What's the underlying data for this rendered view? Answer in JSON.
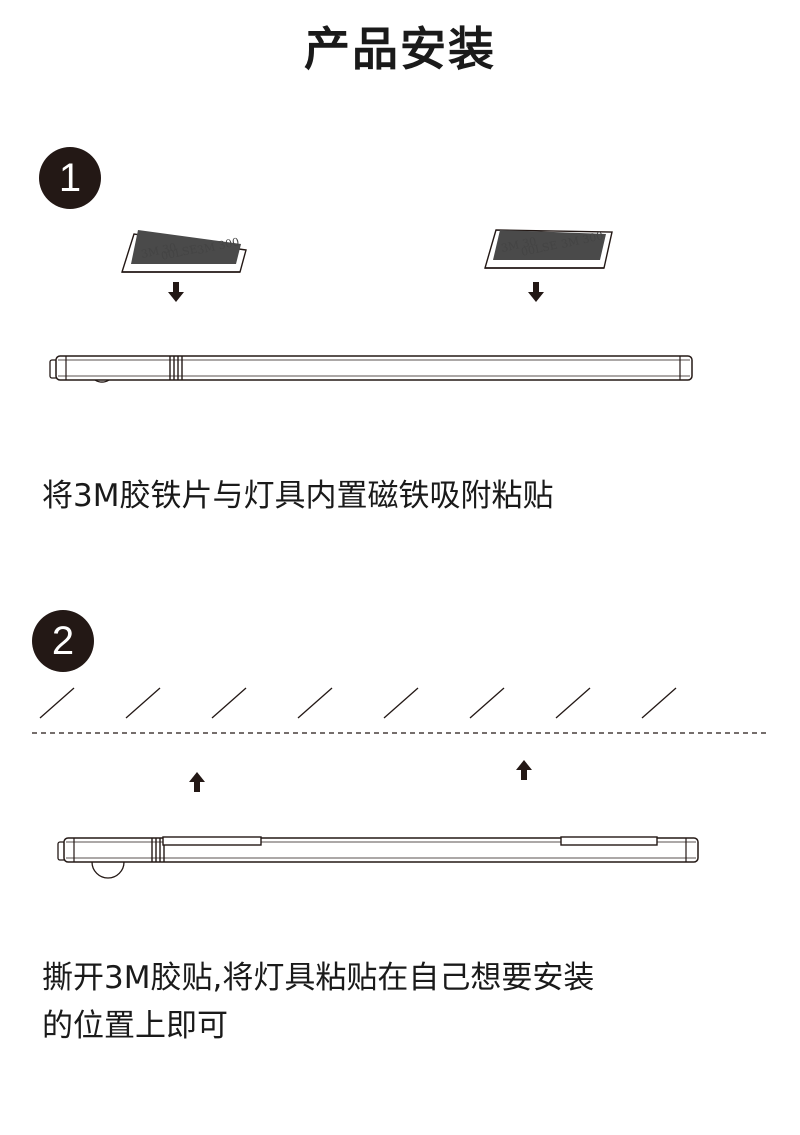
{
  "header": {
    "title": "产品安装"
  },
  "steps": [
    {
      "number": "1",
      "caption": "将3M胶铁片与灯具内置磁铁吸附粘贴"
    },
    {
      "number": "2",
      "caption_line1": "撕开3M胶贴,将灯具粘贴在自己想要安装",
      "caption_line2": "的位置上即可"
    }
  ],
  "adhesive_pad": {
    "line1": "3M 30",
    "line2": "00LSE",
    "line3": "3M 300"
  },
  "colors": {
    "badge": "#231815",
    "line": "#231815",
    "pad": "#4a4a4a"
  }
}
